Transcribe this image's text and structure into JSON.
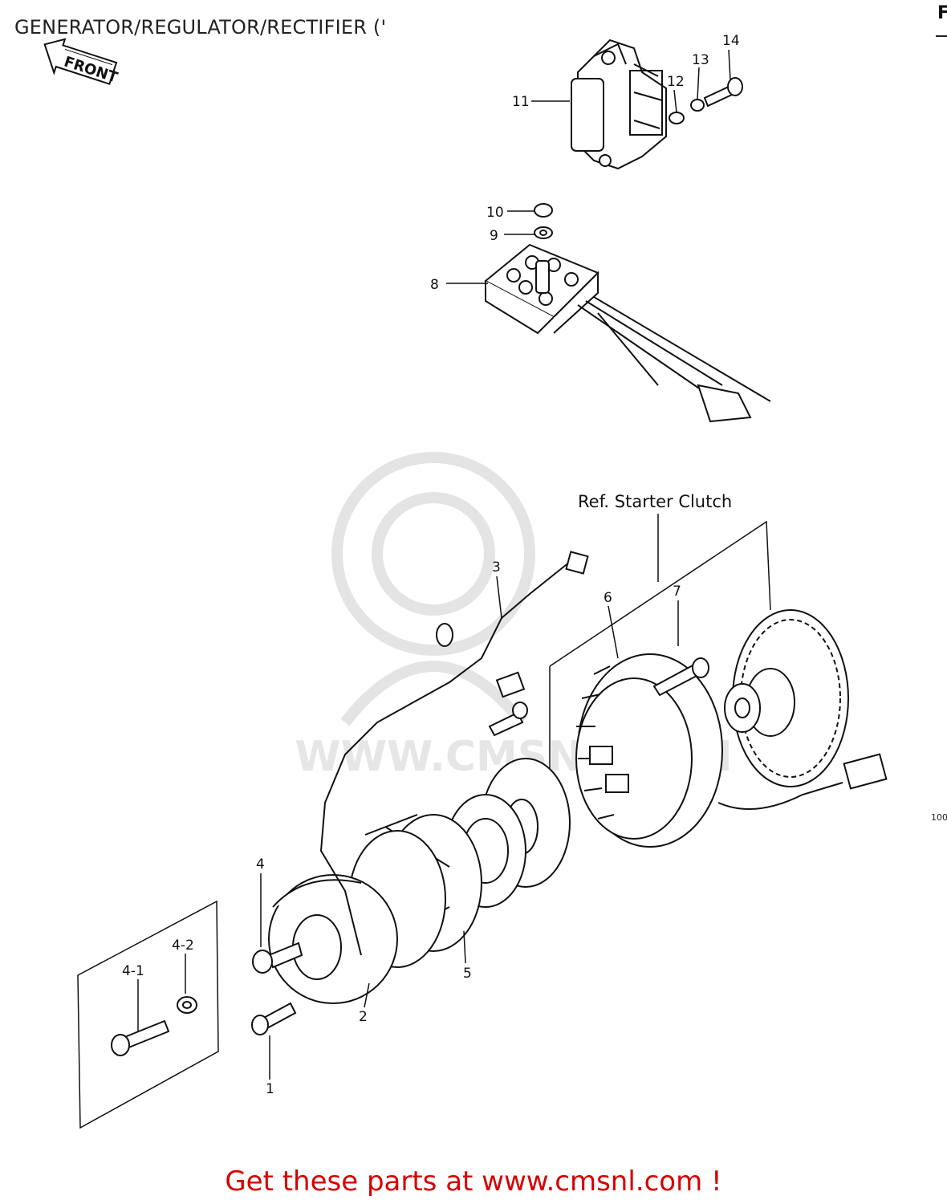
{
  "title": "GENERATOR/REGULATOR/RECTIFIER ('",
  "corner_mark": "F",
  "side_code": "100",
  "front_arrow": "FRONT",
  "reference_label": "Ref. Starter Clutch",
  "watermark": {
    "text": "WWW.CMSNL.COM",
    "logo": "CMS"
  },
  "call_to_action": "Get these parts at www.cmsnl.com !",
  "callouts": {
    "c1": "1",
    "c2": "2",
    "c3": "3",
    "c4": "4",
    "c4_1": "4-1",
    "c4_2": "4-2",
    "c5": "5",
    "c6": "6",
    "c7": "7",
    "c8": "8",
    "c9": "9",
    "c10": "10",
    "c11": "11",
    "c12": "12",
    "c13": "13",
    "c14": "14"
  },
  "colors": {
    "ink": "#111111",
    "cta": "#d60000",
    "watermark": "#e6e6e6"
  }
}
